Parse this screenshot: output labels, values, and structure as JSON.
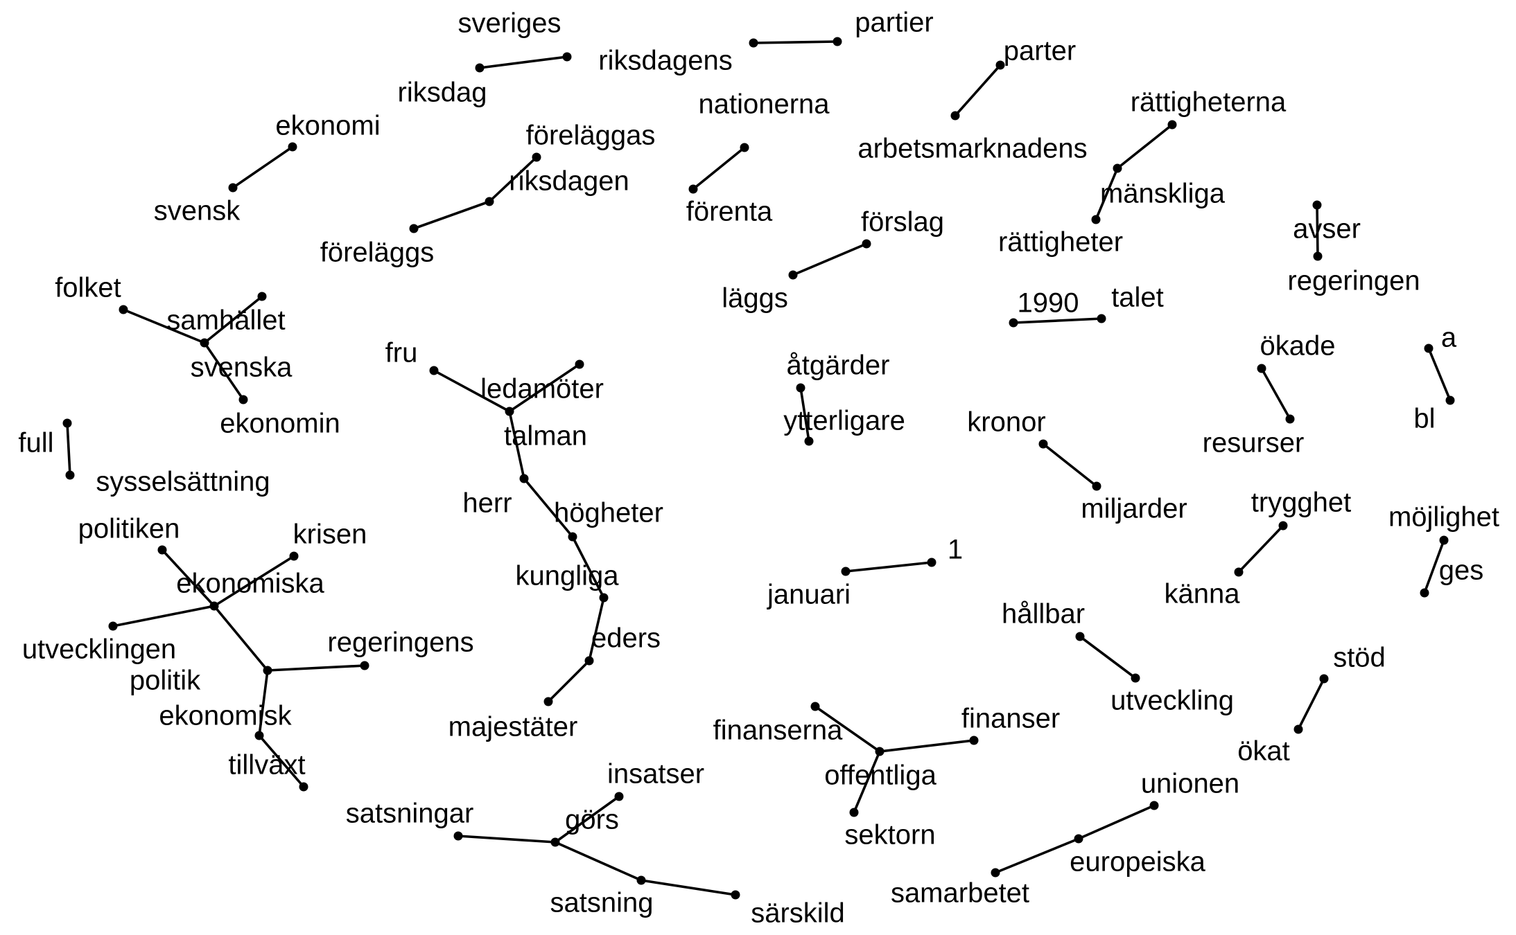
{
  "graph": {
    "type": "bigram-network",
    "node_color": "#000000",
    "edge_color": "#000000",
    "background": "#ffffff",
    "words": [
      "sveriges",
      "riksdag",
      "riksdagens",
      "partier",
      "parter",
      "arbetsmarknadens",
      "nationerna",
      "förenta",
      "rättigheterna",
      "mänskliga",
      "rättigheter",
      "ekonomi",
      "svensk",
      "föreläggas",
      "riksdagen",
      "föreläggs",
      "förslag",
      "läggs",
      "avser",
      "regeringen",
      "1990",
      "talet",
      "folket",
      "samhället",
      "svenska",
      "ekonomin",
      "fru",
      "ledamöter",
      "talman",
      "herr",
      "högheter",
      "kungliga",
      "eders",
      "majestäter",
      "åtgärder",
      "ytterligare",
      "ökade",
      "resurser",
      "a",
      "bl",
      "kronor",
      "miljarder",
      "full",
      "sysselsättning",
      "politiken",
      "krisen",
      "ekonomiska",
      "utvecklingen",
      "regeringens",
      "politik",
      "ekonomisk",
      "tillväxt",
      "trygghet",
      "känna",
      "möjlighet",
      "ges",
      "1",
      "januari",
      "hållbar",
      "utveckling",
      "stöd",
      "ökat",
      "finanserna",
      "finanser",
      "offentliga",
      "sektorn",
      "insatser",
      "görs",
      "satsningar",
      "satsning",
      "särskild",
      "unionen",
      "europeiska",
      "samarbetet"
    ],
    "edges": [
      [
        "sveriges",
        "riksdag"
      ],
      [
        "riksdagens",
        "partier"
      ],
      [
        "arbetsmarknadens",
        "parter"
      ],
      [
        "förenta",
        "nationerna"
      ],
      [
        "mänskliga",
        "rättigheterna"
      ],
      [
        "mänskliga",
        "rättigheter"
      ],
      [
        "svensk",
        "ekonomi"
      ],
      [
        "föreläggs",
        "riksdagen"
      ],
      [
        "riksdagen",
        "föreläggas"
      ],
      [
        "läggs",
        "förslag"
      ],
      [
        "regeringen",
        "avser"
      ],
      [
        "1990",
        "talet"
      ],
      [
        "folket",
        "svenska"
      ],
      [
        "samhället",
        "svenska"
      ],
      [
        "svenska",
        "ekonomin"
      ],
      [
        "fru",
        "talman"
      ],
      [
        "ledamöter",
        "talman"
      ],
      [
        "herr",
        "talman"
      ],
      [
        "herr",
        "högheter"
      ],
      [
        "kungliga",
        "högheter"
      ],
      [
        "eders",
        "kungliga"
      ],
      [
        "eders",
        "majestäter"
      ],
      [
        "ytterligare",
        "åtgärder"
      ],
      [
        "ökade",
        "resurser"
      ],
      [
        "a",
        "bl"
      ],
      [
        "kronor",
        "miljarder"
      ],
      [
        "full",
        "sysselsättning"
      ],
      [
        "politiken",
        "ekonomiska"
      ],
      [
        "krisen",
        "ekonomiska"
      ],
      [
        "utvecklingen",
        "ekonomiska"
      ],
      [
        "ekonomiska",
        "politik"
      ],
      [
        "regeringens",
        "politik"
      ],
      [
        "ekonomisk",
        "politik"
      ],
      [
        "ekonomisk",
        "tillväxt"
      ],
      [
        "känna",
        "trygghet"
      ],
      [
        "ges",
        "möjlighet"
      ],
      [
        "januari",
        "1"
      ],
      [
        "hållbar",
        "utveckling"
      ],
      [
        "ökat",
        "stöd"
      ],
      [
        "finanserna",
        "offentliga"
      ],
      [
        "finanser",
        "offentliga"
      ],
      [
        "offentliga",
        "sektorn"
      ],
      [
        "insatser",
        "görs"
      ],
      [
        "satsningar",
        "görs"
      ],
      [
        "görs",
        "satsning"
      ],
      [
        "satsning",
        "särskild"
      ],
      [
        "samarbetet",
        "europeiska"
      ],
      [
        "europeiska",
        "unionen"
      ]
    ]
  }
}
